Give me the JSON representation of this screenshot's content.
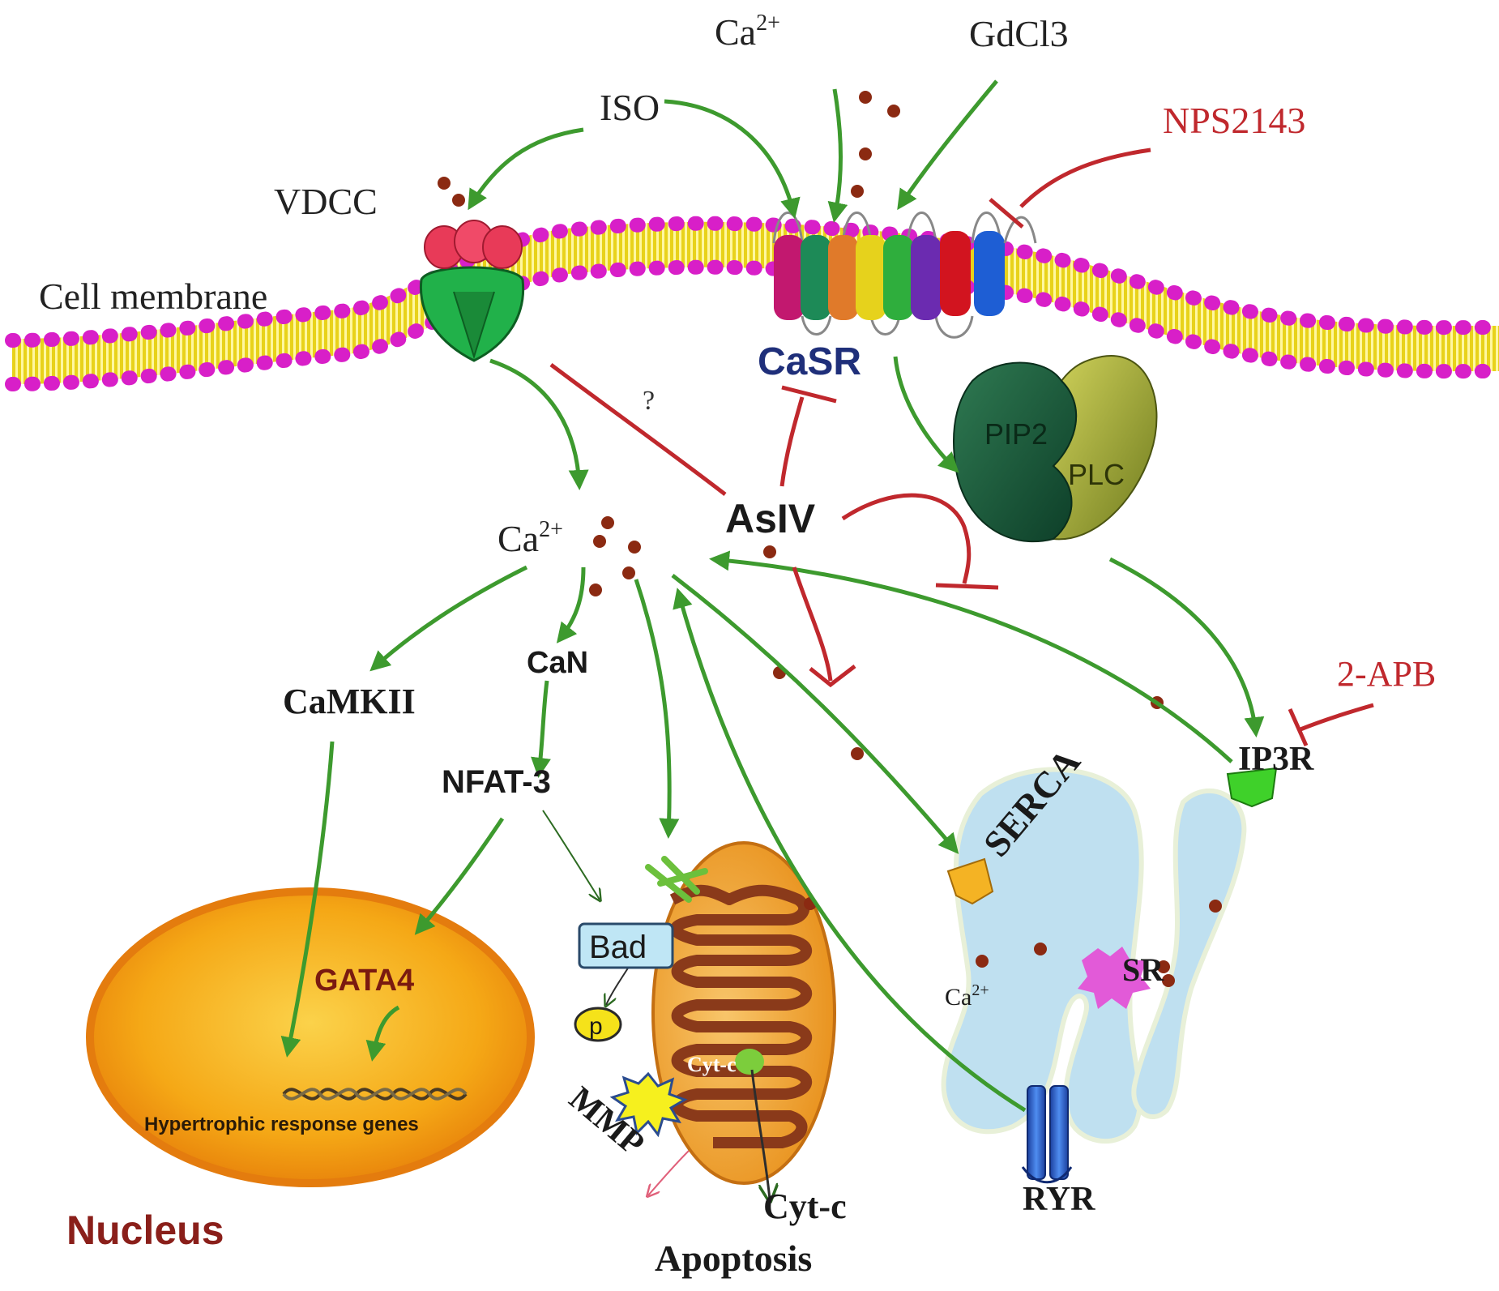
{
  "stimuli": {
    "ca_top": "Ca",
    "ca_top_sup": "2+",
    "gdcl3": "GdCl3",
    "iso": "ISO",
    "nps2143": "NPS2143",
    "apb": "2-APB"
  },
  "membrane": {
    "label": "Cell membrane",
    "vdcc": "VDCC",
    "casr": "CaSR",
    "pip2": "PIP2",
    "plc": "PLC"
  },
  "cytosol": {
    "question_mark": "?",
    "asiv": "AsIV",
    "ca_mid": "Ca",
    "ca_mid_sup": "2+",
    "camkii": "CaMKII",
    "can": "CaN",
    "nfat3": "NFAT-3"
  },
  "nucleus": {
    "label": "Nucleus",
    "gata4": "GATA4",
    "genes": "Hypertrophic response genes"
  },
  "mitochondrion": {
    "bad": "Bad",
    "p": "p",
    "mmp": "MMP",
    "cytc_inner": "Cyt-c",
    "cytc_out": "Cyt-c",
    "apoptosis": "Apoptosis"
  },
  "sr": {
    "serca": "SERCA",
    "sr_label": "SR",
    "ca_sr": "Ca",
    "ca_sr_sup": "2+",
    "ip3r": "IP3R",
    "ryr": "RYR"
  },
  "colors": {
    "activation": "#3d9a2e",
    "inhibition": "#c0282d",
    "membrane_head": "#d81fc8",
    "membrane_tail": "#f2e23a",
    "nucleus": "#f4a21a",
    "sr": "#bfe0f0",
    "ca_dot": "#8b2a12"
  }
}
